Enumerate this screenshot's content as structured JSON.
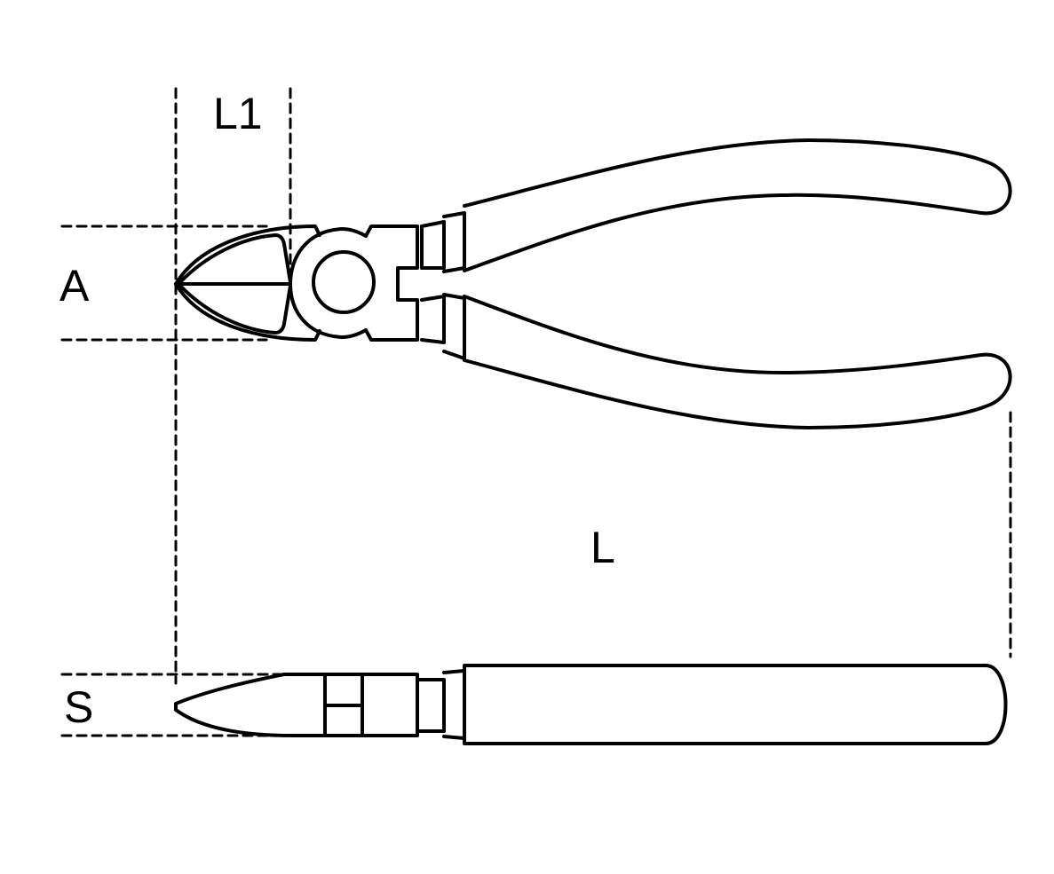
{
  "diagram": {
    "subject": "Diagonal cutting pliers technical drawing",
    "stroke_color": "#000000",
    "background": "#ffffff",
    "dimension_labels": {
      "L1": "L1",
      "A": "A",
      "L": "L",
      "S": "S"
    },
    "views": [
      "top view (open jaws, handles)",
      "side view (profile)"
    ]
  }
}
